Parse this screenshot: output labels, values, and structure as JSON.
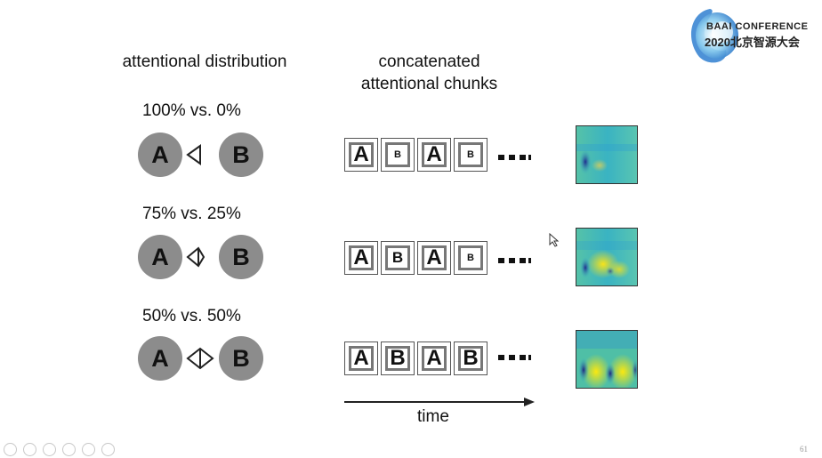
{
  "headings": {
    "left": "attentional distribution",
    "middle_line1": "concatenated",
    "middle_line2": "attentional chunks"
  },
  "rows": [
    {
      "ratio": "100% vs. 0%",
      "circle_a": "A",
      "circle_b": "B",
      "chunks": [
        "A",
        "B",
        "A",
        "B"
      ],
      "chunk_b_large": false
    },
    {
      "ratio": "75% vs. 25%",
      "circle_a": "A",
      "circle_b": "B",
      "chunks": [
        "A",
        "B",
        "A",
        "B"
      ],
      "chunk_b_large": false
    },
    {
      "ratio": "50% vs. 50%",
      "circle_a": "A",
      "circle_b": "B",
      "chunks": [
        "A",
        "B",
        "A",
        "B"
      ],
      "chunk_b_large": true
    }
  ],
  "time_label": "time",
  "logo": {
    "line1": "BAAI CONFERENCE",
    "line2": "2020北京智源大会"
  },
  "page_number": "61",
  "colors": {
    "circle": "#8c8c8c",
    "heatmap_base": "#3fb4b5",
    "heatmap_hot": "#f5e51b",
    "heatmap_cold": "#2c3e9c"
  }
}
